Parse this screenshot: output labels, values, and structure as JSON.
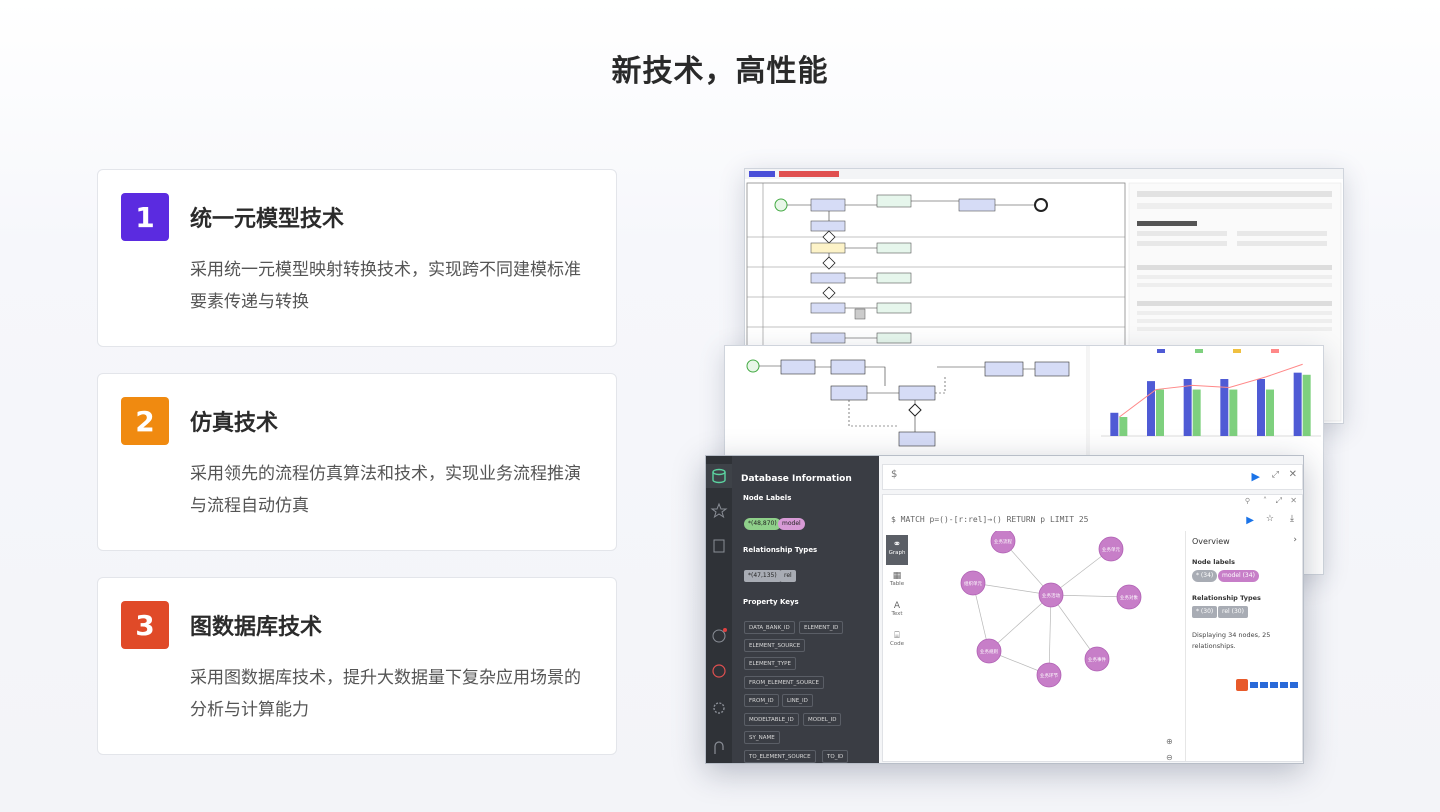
{
  "title": "新技术，高性能",
  "features": [
    {
      "num": "1",
      "title": "统一元模型技术",
      "desc": "采用统一元模型映射转换技术，实现跨不同建模标准要素传递与转换",
      "color": "#5b2be0"
    },
    {
      "num": "2",
      "title": "仿真技术",
      "desc": "采用领先的流程仿真算法和技术，实现业务流程推演与流程自动仿真",
      "color": "#f08a10"
    },
    {
      "num": "3",
      "title": "图数据库技术",
      "desc": "采用图数据库技术，提升大数据量下复杂应用场景的分析与计算能力",
      "color": "#e04a28"
    }
  ],
  "db": {
    "header": "Database Information",
    "node_labels_title": "Node Labels",
    "node_label_pills": [
      "*(48,870)",
      "model"
    ],
    "rel_types_title": "Relationship Types",
    "rel_type_pills": [
      "*(47,135)",
      "rel"
    ],
    "prop_keys_title": "Property Keys",
    "prop_keys": [
      "DATA_BANK_ID",
      "ELEMENT_ID",
      "ELEMENT_SOURCE",
      "ELEMENT_TYPE",
      "FROM_ELEMENT_SOURCE",
      "FROM_ID",
      "LINE_ID",
      "MODELTABLE_ID",
      "MODEL_ID",
      "SY_NAME",
      "TO_ELEMENT_SOURCE",
      "TO_ID"
    ],
    "prompt": "$",
    "query": "$ MATCH p=()-[r:rel]→() RETURN p LIMIT 25",
    "views": [
      "Graph",
      "Table",
      "Text",
      "Code"
    ],
    "overview_title": "Overview",
    "ov_node_labels": "Node labels",
    "ov_node_pills": [
      "* (34)",
      "model (34)"
    ],
    "ov_rel_types": "Relationship Types",
    "ov_rel_pills": [
      "* (30)",
      "rel (30)"
    ],
    "ov_summary": "Displaying 34 nodes, 25 relationships.",
    "graph_nodes": [
      "业务流程",
      "组织单元",
      "业务活动",
      "业务对象",
      "业务规则",
      "业务事件",
      "业务环节",
      "业务单元"
    ]
  },
  "chart_data": {
    "type": "bar",
    "categories": [
      "",
      "",
      "",
      "",
      "",
      ""
    ],
    "series": [
      {
        "values": [
          1.1,
          2.6,
          2.7,
          2.7,
          2.7,
          3.0
        ]
      },
      {
        "values": [
          0.9,
          2.2,
          2.2,
          2.2,
          2.2,
          2.9
        ]
      }
    ],
    "line": [
      0.9,
      2.2,
      2.4,
      2.3,
      2.8,
      3.4
    ],
    "ylim": [
      0,
      3.6
    ]
  }
}
